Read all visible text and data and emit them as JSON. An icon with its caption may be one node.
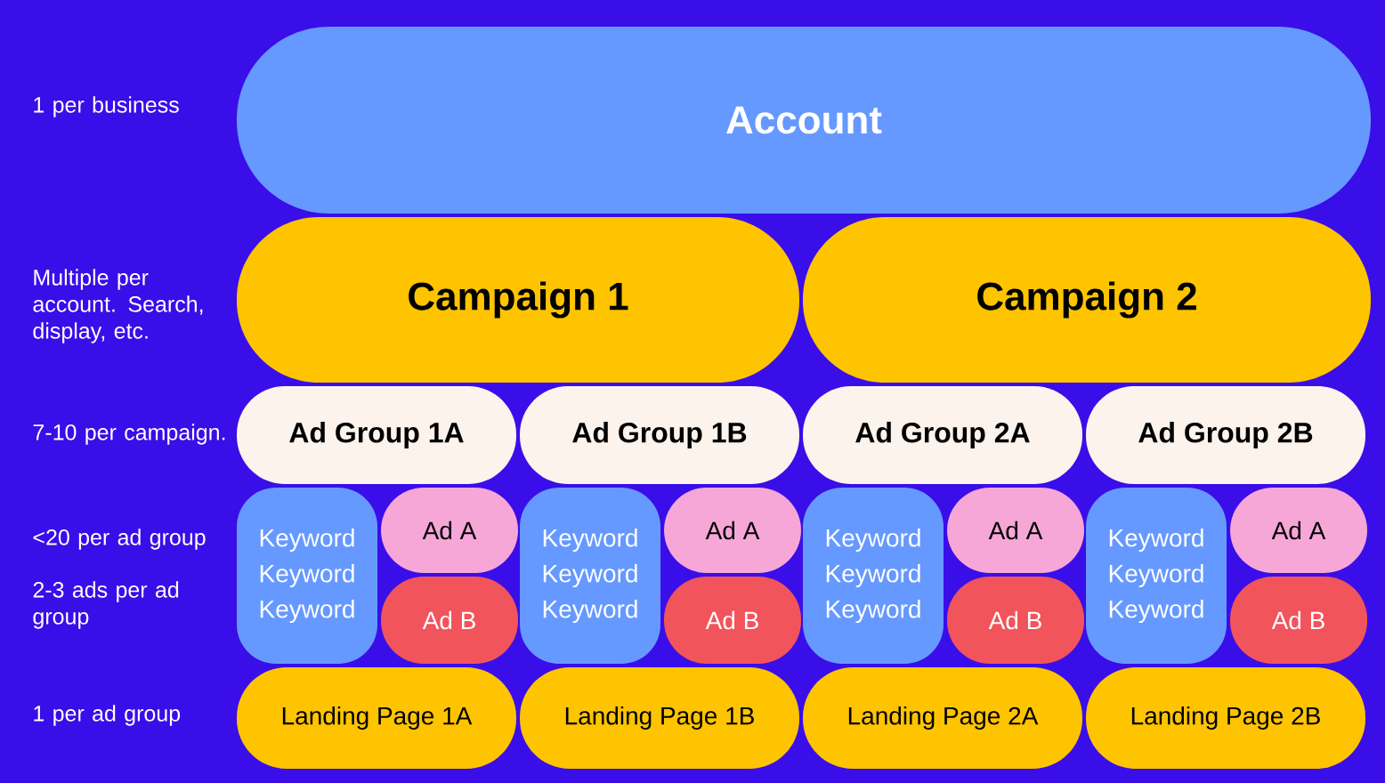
{
  "diagram": {
    "nodes": [
      {
        "text": [
          "Account"
        ]
      },
      {
        "text": [
          "Campaign 1"
        ]
      },
      {
        "text": [
          "Campaign 2"
        ]
      },
      {
        "text": [
          "Ad Group 1A"
        ]
      },
      {
        "text": [
          "Ad Group 1B"
        ]
      },
      {
        "text": [
          "Ad Group 2A"
        ]
      },
      {
        "text": [
          "Ad Group 2B"
        ]
      },
      {
        "text": [
          "Keyword",
          "Keyword",
          "Keyword"
        ]
      },
      {
        "text": [
          "Ad A"
        ]
      },
      {
        "text": [
          "Ad B"
        ]
      },
      {
        "text": [
          "Keyword",
          "Keyword",
          "Keyword"
        ]
      },
      {
        "text": [
          "Ad A"
        ]
      },
      {
        "text": [
          "Ad B"
        ]
      },
      {
        "text": [
          "Keyword",
          "Keyword",
          "Keyword"
        ]
      },
      {
        "text": [
          "Ad A"
        ]
      },
      {
        "text": [
          "Ad B"
        ]
      },
      {
        "text": [
          "Keyword",
          "Keyword",
          "Keyword"
        ]
      },
      {
        "text": [
          "Ad A"
        ]
      },
      {
        "text": [
          "Ad B"
        ]
      },
      {
        "text": [
          "Landing Page 1A"
        ]
      },
      {
        "text": [
          "Landing Page 1B"
        ]
      },
      {
        "text": [
          "Landing Page 2A"
        ]
      },
      {
        "text": [
          "Landing Page 2B"
        ]
      }
    ],
    "labels": [
      "1 per business",
      "Multiple per account. Search, display, etc.",
      "7-10 per campaign.",
      "<20 per ad group",
      "2-3 ads per ad group",
      "1 per ad group"
    ]
  }
}
